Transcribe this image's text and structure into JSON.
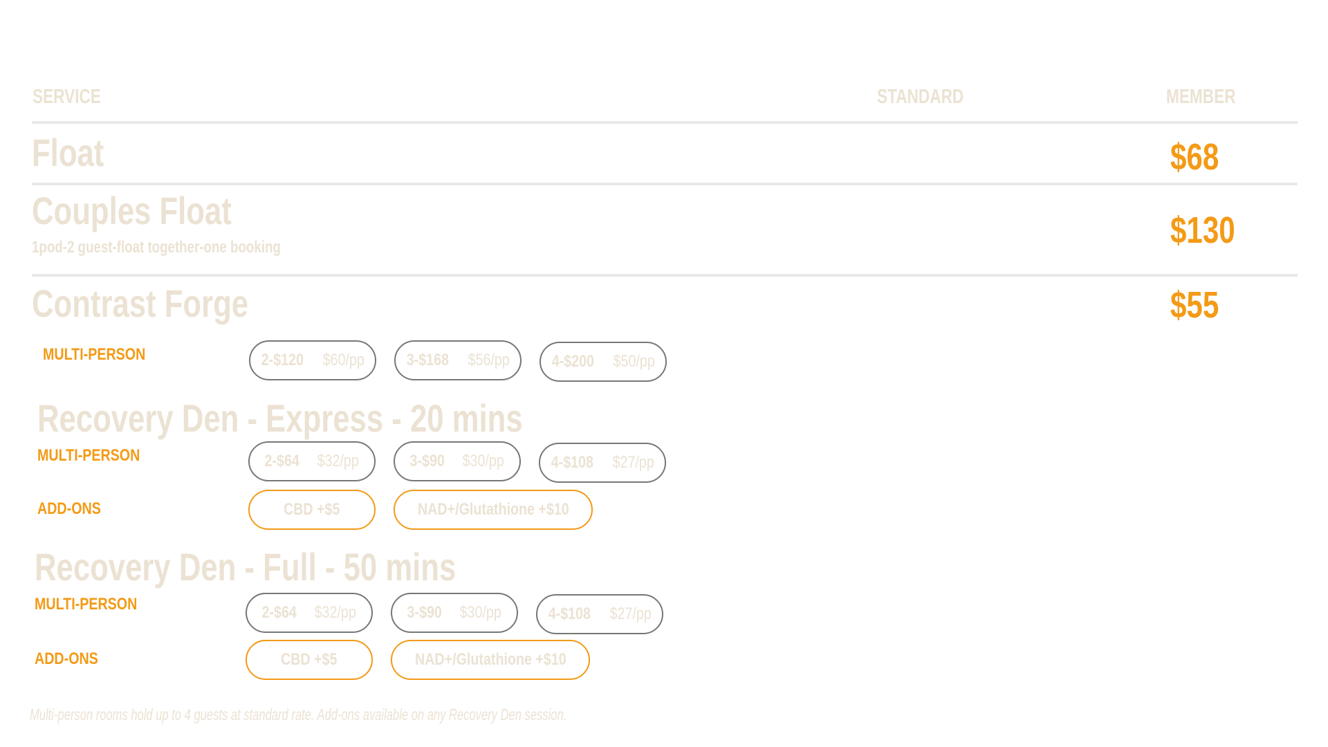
{
  "header": {
    "service": "SERVICE",
    "standard": "STANDARD",
    "member": "MEMBER"
  },
  "services": [
    {
      "name": "Float",
      "price": "$68"
    },
    {
      "name": "Couples Float",
      "subtitle": "1pod-2 guest-float together-one booking",
      "price": "$130"
    },
    {
      "name": "Contrast Forge",
      "price": "$55",
      "multi_label": "MULTI-PERSON",
      "multi": [
        {
          "total": "2-$120",
          "pp": "$60/pp"
        },
        {
          "total": "3-$168",
          "pp": "$56/pp"
        },
        {
          "total": "4-$200",
          "pp": "$50/pp"
        }
      ]
    },
    {
      "name": "Recovery Den - Express - 20 mins",
      "multi_label": "MULTI-PERSON",
      "multi": [
        {
          "total": "2-$64",
          "pp": "$32/pp"
        },
        {
          "total": "3-$90",
          "pp": "$30/pp"
        },
        {
          "total": "4-$108",
          "pp": "$27/pp"
        }
      ],
      "addons_label": "ADD-ONS",
      "addons": [
        "CBD +$5",
        "NAD+/Glutathione +$10"
      ]
    },
    {
      "name": "Recovery Den - Full - 50 mins",
      "multi_label": "MULTI-PERSON",
      "multi": [
        {
          "total": "2-$64",
          "pp": "$32/pp"
        },
        {
          "total": "3-$90",
          "pp": "$30/pp"
        },
        {
          "total": "4-$108",
          "pp": "$27/pp"
        }
      ],
      "addons_label": "ADD-ONS",
      "addons": [
        "CBD +$5",
        "NAD+/Glutathione +$10"
      ]
    }
  ],
  "footnote": "Multi-person rooms hold up to 4 guests at standard rate. Add-ons available on any Recovery Den session.",
  "colors": {
    "accent": "#f39a16",
    "muted_text": "#ebe2d3",
    "rule": "#e9e9e9",
    "pill_border": "#777777"
  }
}
